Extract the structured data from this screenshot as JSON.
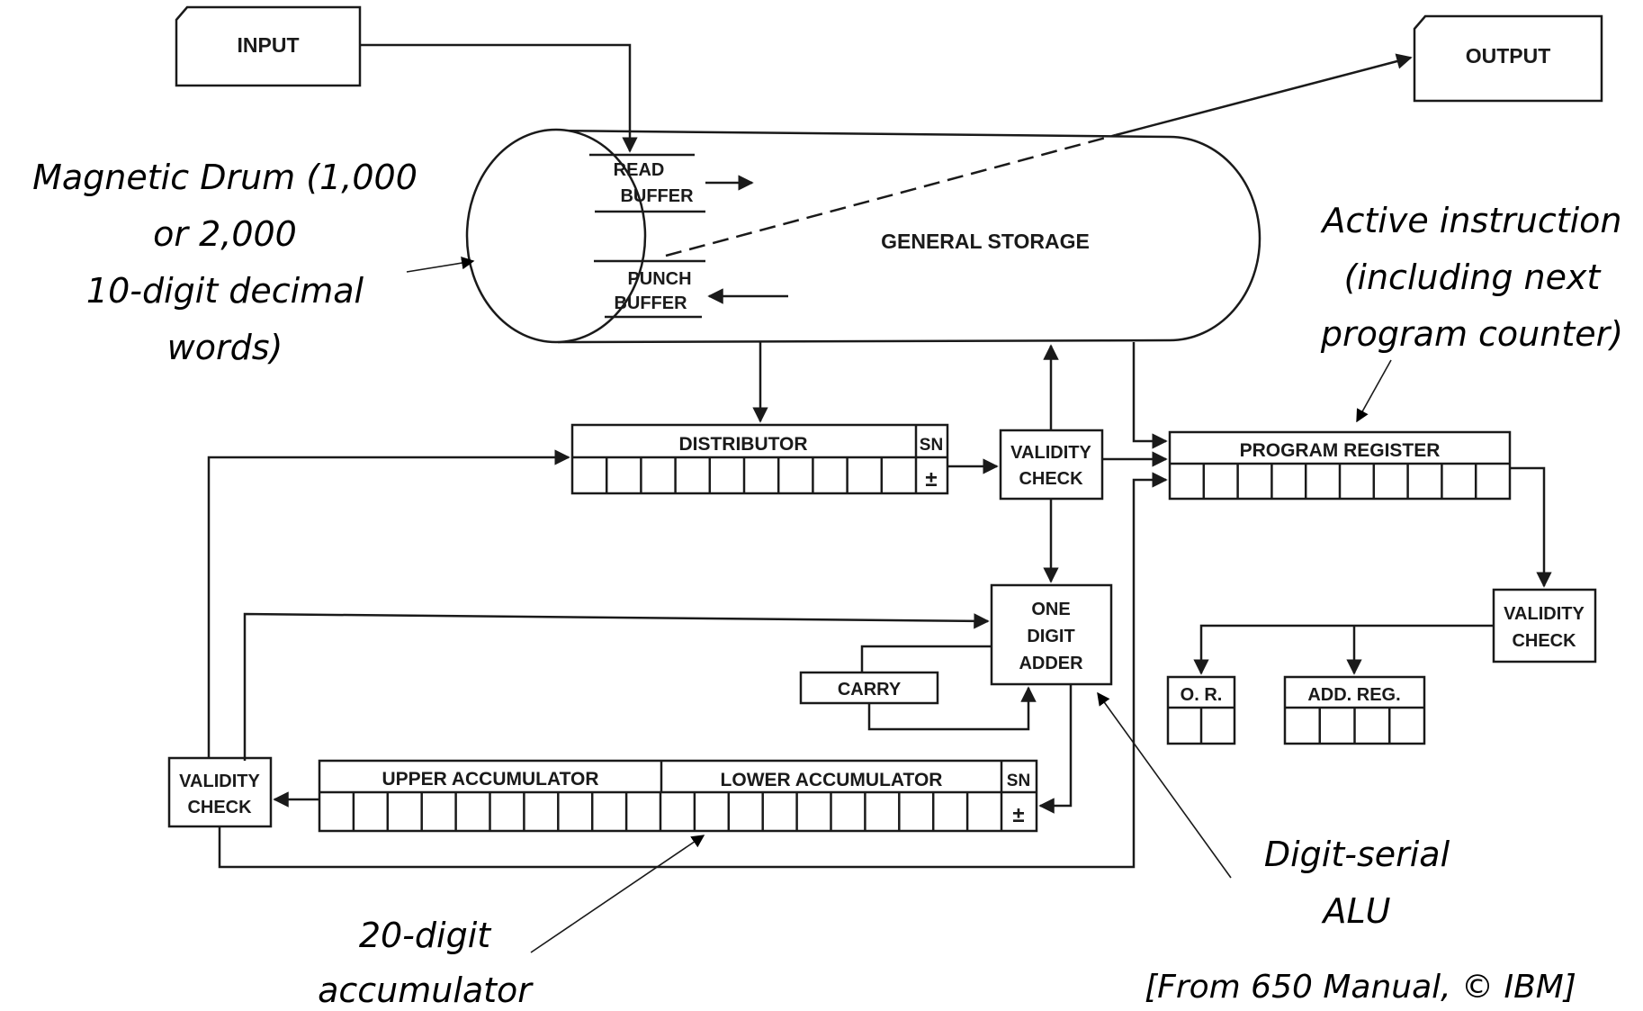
{
  "components": {
    "input": "INPUT",
    "output": "OUTPUT",
    "read_buffer": [
      "READ",
      "BUFFER"
    ],
    "punch_buffer": [
      "PUNCH",
      "BUFFER"
    ],
    "general_storage": "GENERAL STORAGE",
    "distributor": "DISTRIBUTOR",
    "distributor_sign_label": "SN",
    "distributor_sign_value": "±",
    "validity_check_top": [
      "VALIDITY",
      "CHECK"
    ],
    "program_register": "PROGRAM REGISTER",
    "validity_check_right": [
      "VALIDITY",
      "CHECK"
    ],
    "op_register": "O. R.",
    "address_register": "ADD. REG.",
    "one_digit_adder": [
      "ONE",
      "DIGIT",
      "ADDER"
    ],
    "carry": "CARRY",
    "validity_check_left": [
      "VALIDITY",
      "CHECK"
    ],
    "upper_accumulator": "UPPER ACCUMULATOR",
    "lower_accumulator": "LOWER ACCUMULATOR",
    "accumulator_sign_label": "SN",
    "accumulator_sign_value": "±"
  },
  "cell_counts": {
    "distributor": 10,
    "program_register": 10,
    "op_register": 2,
    "address_register": 4,
    "upper_accumulator": 10,
    "lower_accumulator": 10
  },
  "annotations": {
    "drum": [
      "Magnetic Drum (1,000",
      "or 2,000",
      "10-digit decimal",
      "words)"
    ],
    "active_instruction": [
      "Active instruction",
      "(including next",
      "program counter)"
    ],
    "alu": [
      "Digit-serial",
      "ALU"
    ],
    "accumulator": [
      "20-digit",
      "accumulator"
    ],
    "source": "[From 650 Manual, © IBM]"
  },
  "colors": {
    "ink": "#1a1a1a",
    "background": "#ffffff"
  }
}
